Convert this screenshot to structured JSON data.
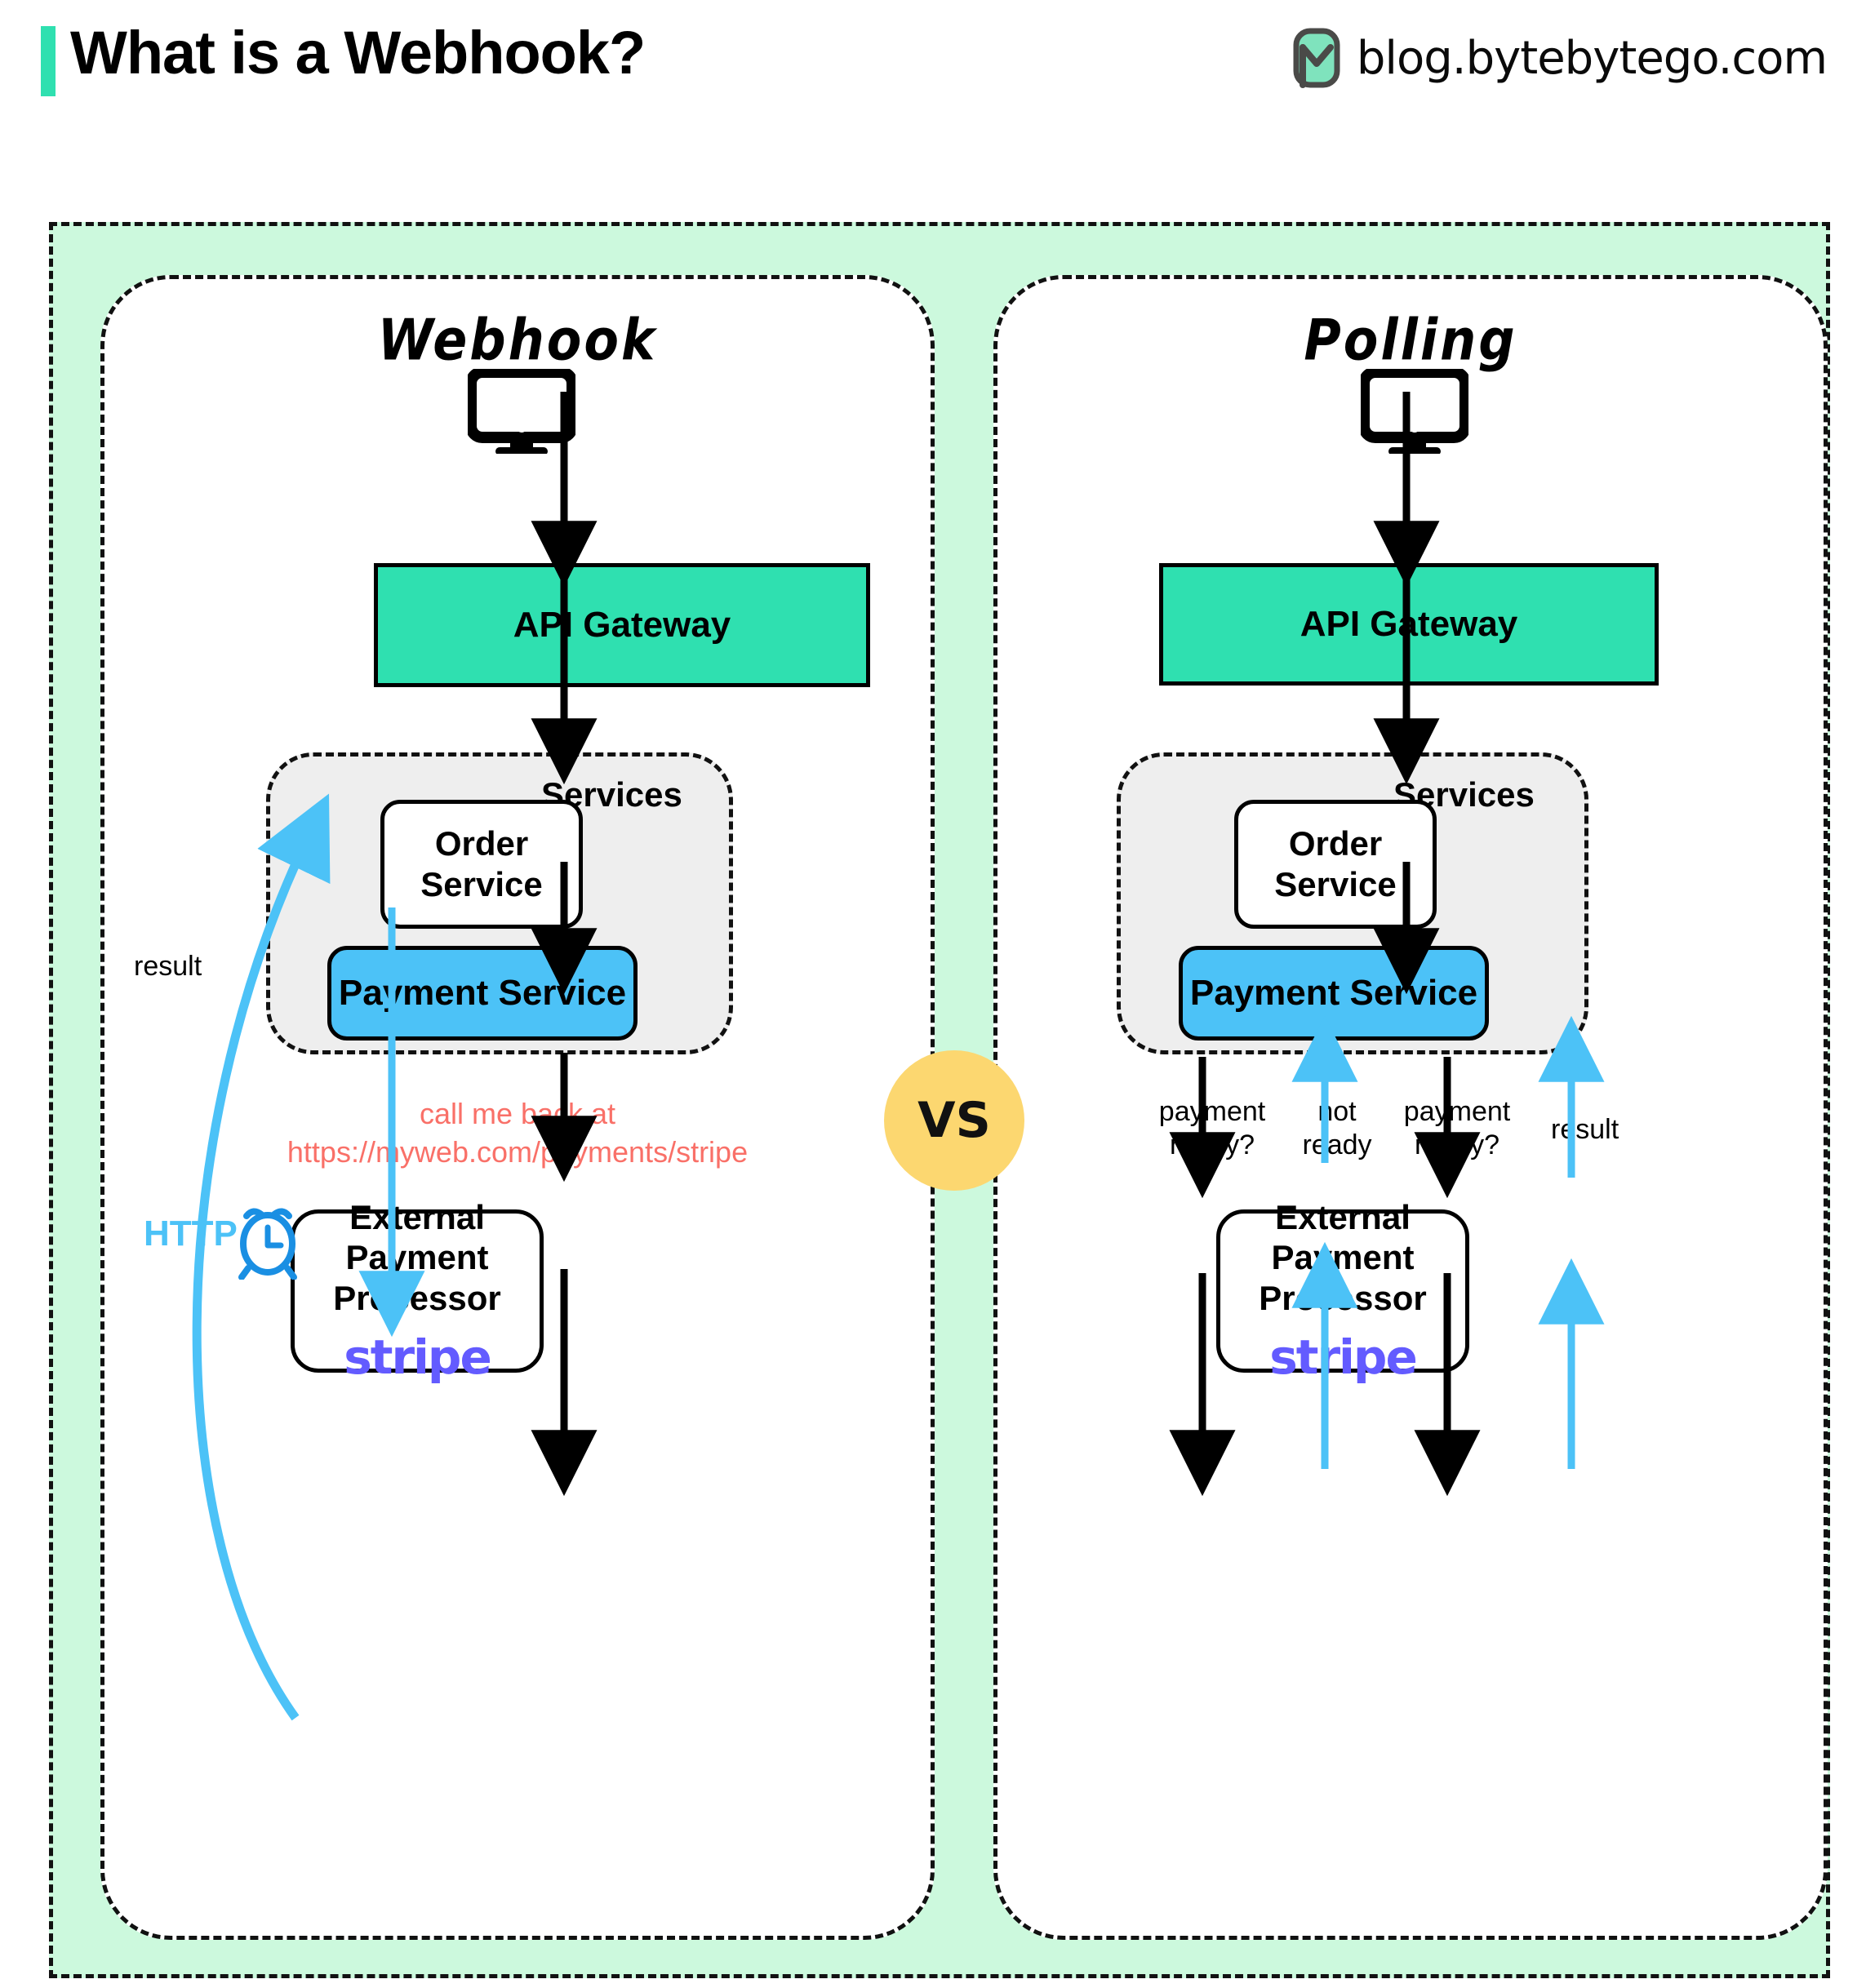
{
  "header": {
    "title": "What is a Webhook?",
    "brand": "blog.bytebytego.com",
    "accent_color": "#2fe0b0"
  },
  "colors": {
    "mint_bg": "#ccf9dd",
    "gateway_green": "#2fe0b0",
    "payment_blue": "#4cc2f7",
    "services_gray": "#eeeeee",
    "callback_red": "#f97068",
    "stripe_purple": "#635bff",
    "vs_yellow": "#fcd770"
  },
  "vs_badge": "VS",
  "panels": [
    {
      "id": "webhook",
      "title": "Webhook",
      "client_icon": "desktop-monitor-icon",
      "gateway": "API Gateway",
      "services_label": "Services",
      "order_service": "Order\nService",
      "order_service_line1": "Order",
      "order_service_line2": "Service",
      "payment_service": "Payment Service",
      "callback_line1": "call me back at",
      "callback_line2": "https://myweb.com/payments/stripe",
      "processor_line1": "External",
      "processor_line2": "Payment Processor",
      "processor_logo": "stripe",
      "http_label": "HTTP",
      "clock_icon": "alarm-clock-icon",
      "result_label": "result"
    },
    {
      "id": "polling",
      "title": "Polling",
      "client_icon": "desktop-monitor-icon",
      "gateway": "API Gateway",
      "services_label": "Services",
      "order_service_line1": "Order",
      "order_service_line2": "Service",
      "payment_service": "Payment Service",
      "processor_line1": "External",
      "processor_line2": "Payment Processor",
      "processor_logo": "stripe",
      "poll_labels": [
        {
          "line1": "payment",
          "line2": "ready?"
        },
        {
          "line1": "not",
          "line2": "ready"
        },
        {
          "line1": "payment",
          "line2": "ready?"
        }
      ],
      "result_label": "result"
    }
  ]
}
